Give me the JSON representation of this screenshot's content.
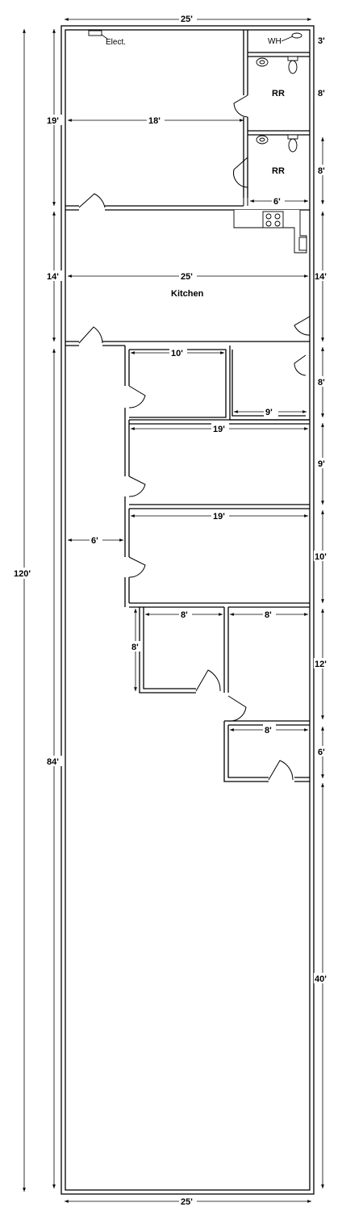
{
  "labels": {
    "elect": "Elect.",
    "water_heater": "WH",
    "restroom_1": "RR",
    "restroom_2": "RR",
    "kitchen": "Kitchen"
  },
  "dimensions": {
    "top_width": "25'",
    "bottom_width": "25'",
    "total_length": "120'",
    "front_section": "19'",
    "kitchen_depth_left": "14'",
    "rear_section": "84'",
    "office_width": "18'",
    "wh_depth": "3'",
    "rr1_depth": "8'",
    "rr2_depth": "8'",
    "rr_width": "6'",
    "kitchen_width": "25'",
    "kitchen_depth_right": "14'",
    "room_a_width": "10'",
    "room_b_width": "9'",
    "room_ab_depth": "8'",
    "room_c_width": "19'",
    "room_c_depth": "9'",
    "room_d_width": "19'",
    "room_d_depth": "10'",
    "hall_width": "6'",
    "room_e_width": "8'",
    "room_e_depth": "8'",
    "room_f_width": "8'",
    "room_f_depth": "12'",
    "room_g_width": "8'",
    "room_g_depth": "6'",
    "warehouse_depth": "40'"
  },
  "icons": {
    "electrical_panel": "electrical-panel-icon",
    "water_heater": "water-heater-icon",
    "sink": "sink-icon",
    "toilet": "toilet-icon",
    "stove": "stove-icon",
    "kitchen_sink": "kitchen-sink-icon",
    "arrowhead": "arrowhead-icon"
  }
}
